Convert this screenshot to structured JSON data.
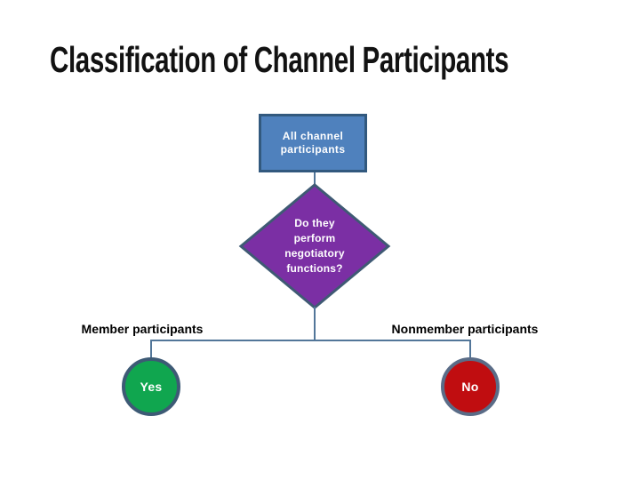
{
  "title": "Classification of Channel Participants",
  "theme": {
    "background": "#ffffff",
    "title-color": "#121212",
    "label-color": "#000000",
    "connector-color": "#527699",
    "box-fill": "#4f81bd",
    "box-border": "#32597e",
    "diamond-fill": "#7b2fa4",
    "diamond-border": "#3f5a74",
    "yes-fill": "#10a64f",
    "yes-border": "#3d5a75",
    "no-fill": "#c00d10",
    "no-border": "#5a6c87"
  },
  "flowchart": {
    "root": {
      "line1": "All channel",
      "line2": "participants"
    },
    "decision": {
      "line1": "Do they",
      "line2": "perform",
      "line3": "negotiatory",
      "line4": "functions?"
    },
    "left_branch_label": "Member participants",
    "right_branch_label": "Nonmember participants",
    "yes_label": "Yes",
    "no_label": "No"
  }
}
